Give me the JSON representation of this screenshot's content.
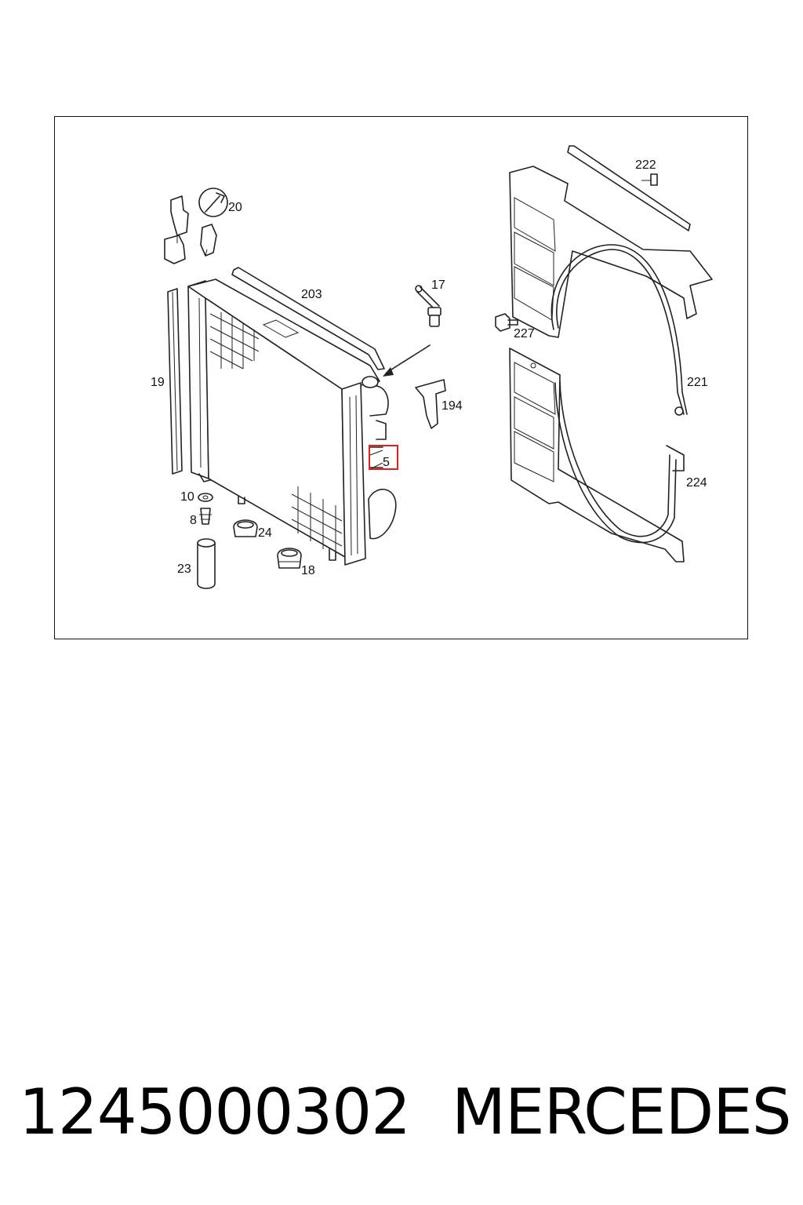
{
  "callouts": [
    {
      "id": "20",
      "label": "20"
    },
    {
      "id": "203",
      "label": "203"
    },
    {
      "id": "17",
      "label": "17"
    },
    {
      "id": "19",
      "label": "19"
    },
    {
      "id": "194",
      "label": "194"
    },
    {
      "id": "5",
      "label": "5",
      "highlighted": true
    },
    {
      "id": "10",
      "label": "10"
    },
    {
      "id": "8",
      "label": "8"
    },
    {
      "id": "24",
      "label": "24"
    },
    {
      "id": "18",
      "label": "18"
    },
    {
      "id": "23",
      "label": "23"
    },
    {
      "id": "222",
      "label": "222"
    },
    {
      "id": "227",
      "label": "227"
    },
    {
      "id": "221",
      "label": "221"
    },
    {
      "id": "224",
      "label": "224"
    }
  ],
  "highlight_color": "#e02020",
  "caption": {
    "part_number": "1245000302",
    "brand": "MERCEDES"
  }
}
